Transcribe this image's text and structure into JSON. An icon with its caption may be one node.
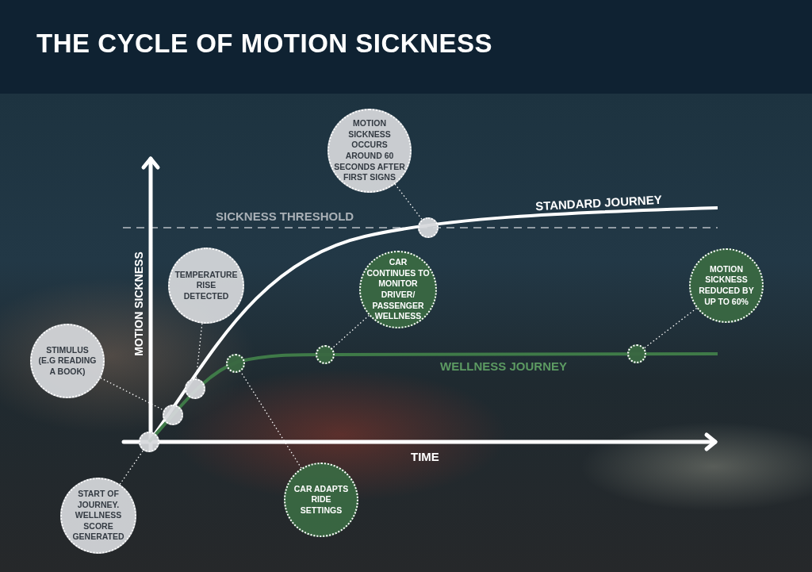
{
  "diagram": {
    "title": "THE CYCLE OF MOTION SICKNESS",
    "nodes": [
      {
        "text": [
          "MOTION SICKNESS OCCURS AROUND 60 SECONDS AFTER FIRST SIGNS"
        ]
      },
      {
        "text": [
          "TEMPERATURE RISE DETECTED"
        ]
      },
      {
        "text": [
          "CAR CONTINUES TO MONITOR DRIVER/ PASSENGER WELLNESS"
        ]
      },
      {
        "text": [
          "MOTION SICKNESS REDUCED BY UP TO 60%"
        ]
      },
      {
        "text": [
          "STIMULUS (E.G READING A BOOK)"
        ]
      },
      {
        "text": [
          "CAR ADAPTS RIDE SETTINGS"
        ]
      },
      {
        "text": [
          "START OF JOURNEY. WELLNESS SCORE GENERATED"
        ]
      },
      {
        "text": [],
        "shape": "circle"
      },
      {
        "text": [],
        "shape": "circle"
      },
      {
        "text": [],
        "shape": "circle"
      },
      {
        "text": [],
        "shape": "circle"
      },
      {
        "text": [],
        "shape": "circle"
      },
      {
        "text": [],
        "shape": "circle"
      },
      {
        "text": [],
        "shape": "circle"
      }
    ],
    "edges": [
      {
        "from": 0,
        "to": 7,
        "arrow": "none"
      },
      {
        "from": 1,
        "to": 11,
        "arrow": "none"
      },
      {
        "from": 2,
        "to": 9,
        "arrow": "none"
      },
      {
        "from": 3,
        "to": 10,
        "arrow": "none"
      },
      {
        "from": 4,
        "to": 12,
        "arrow": "none"
      },
      {
        "from": 5,
        "to": 8,
        "arrow": "none"
      },
      {
        "from": 6,
        "to": 13,
        "arrow": "none"
      }
    ],
    "labels": [
      "SICKNESS THRESHOLD",
      "STANDARD JOURNEY",
      "MOTION SICKNESS",
      "WELLNESS JOURNEY",
      "TIME"
    ]
  }
}
